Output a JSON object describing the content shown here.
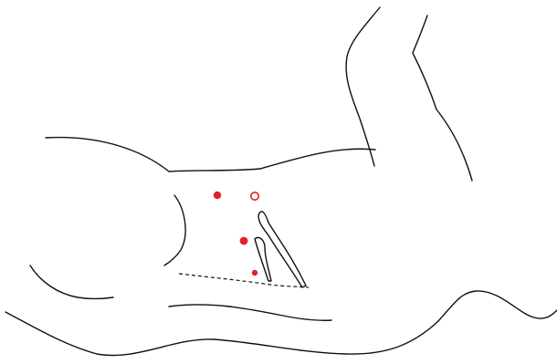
{
  "figure": {
    "subject": "body-outline-marker-diagram",
    "line_color": "#111111",
    "marker_color": "#e0202a",
    "markers": [
      {
        "name": "marker-filled-upper",
        "style": "filled"
      },
      {
        "name": "marker-hollow-upper",
        "style": "hollow"
      },
      {
        "name": "marker-filled-middle",
        "style": "filled"
      },
      {
        "name": "marker-filled-lower",
        "style": "filled"
      }
    ]
  }
}
